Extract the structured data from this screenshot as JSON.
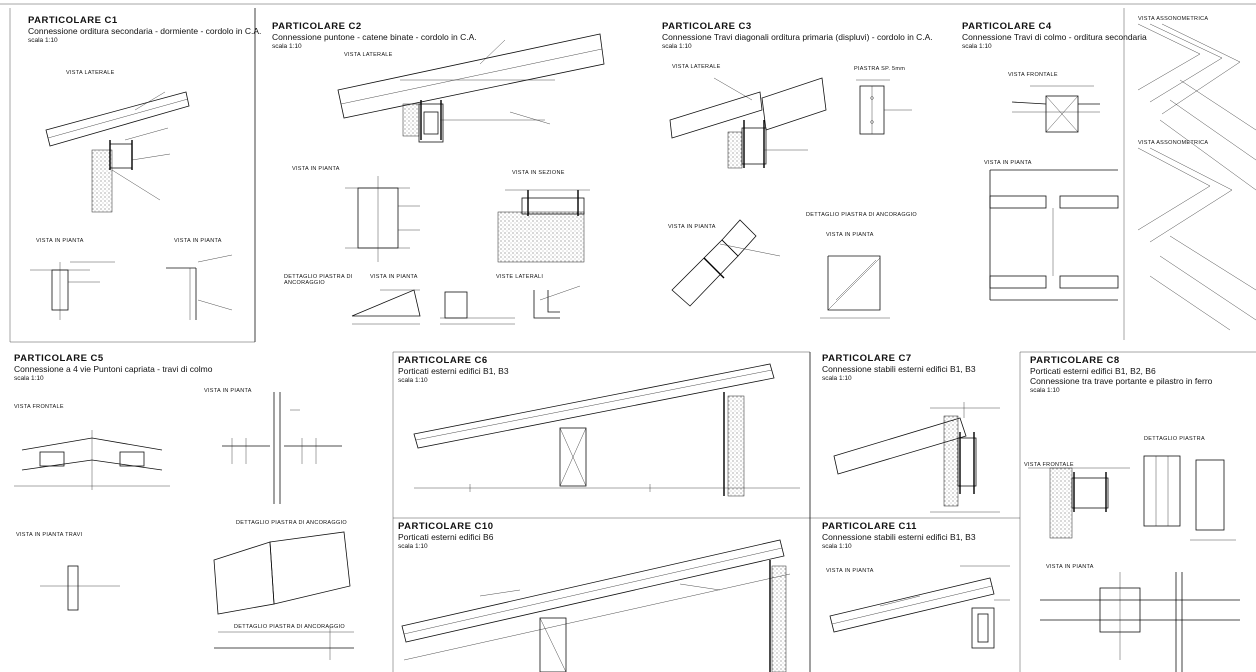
{
  "panels": {
    "c1": {
      "code": "PARTICOLARE C1",
      "desc": "Connessione orditura secondaria - dormiente - cordolo in C.A.",
      "scale": "scala 1:10",
      "views": [
        "VISTA LATERALE",
        "VISTA IN PIANTA",
        "VISTA IN PIANTA"
      ]
    },
    "c2": {
      "code": "PARTICOLARE C2",
      "desc": "Connessione puntone - catene binate - cordolo in C.A.",
      "scale": "scala 1:10",
      "views": [
        "VISTA LATERALE",
        "VISTA IN PIANTA",
        "VISTA IN SEZIONE",
        "DETTAGLIO PIASTRA DI ANCORAGGIO",
        "VISTA IN PIANTA",
        "VISTE LATERALI"
      ]
    },
    "c3": {
      "code": "PARTICOLARE C3",
      "desc": "Connessione Travi diagonali orditura primaria (displuvi) - cordolo in C.A.",
      "scale": "scala 1:10",
      "views": [
        "VISTA LATERALE",
        "PIASTRA SP. 5mm",
        "DETTAGLIO PIASTRA DI ANCORAGGIO",
        "VISTA IN PIANTA",
        "VISTA IN PIANTA"
      ]
    },
    "c4": {
      "code": "PARTICOLARE C4",
      "desc": "Connessione Travi di colmo - orditura secondaria",
      "scale": "scala 1:10",
      "views": [
        "VISTA FRONTALE",
        "VISTA IN PIANTA",
        "VISTA ASSONOMETRICA",
        "VISTA ASSONOMETRICA"
      ]
    },
    "c5": {
      "code": "PARTICOLARE C5",
      "desc": "Connessione a 4 vie Puntoni capriata - travi di colmo",
      "scale": "scala 1:10",
      "views": [
        "VISTA FRONTALE",
        "VISTA IN PIANTA",
        "VISTA IN PIANTA TRAVI",
        "DETTAGLIO PIASTRA DI ANCORAGGIO",
        "DETTAGLIO PIASTRA DI ANCORAGGIO"
      ]
    },
    "c6": {
      "code": "PARTICOLARE C6",
      "desc": "Porticati esterni edifici B1, B3",
      "scale": "scala 1:10",
      "views": []
    },
    "c7": {
      "code": "PARTICOLARE C7",
      "desc": "Connessione stabili esterni edifici B1, B3",
      "scale": "scala 1:10",
      "views": []
    },
    "c8": {
      "code": "PARTICOLARE C8",
      "desc": "Porticati esterni edifici B1, B2, B6",
      "desc2": "Connessione tra trave portante e pilastro in ferro",
      "scale": "scala 1:10",
      "views": [
        "DETTAGLIO PIASTRA",
        "VISTA FRONTALE",
        "VISTA IN PIANTA"
      ]
    },
    "c10": {
      "code": "PARTICOLARE C10",
      "desc": "Porticati esterni edifici B6",
      "scale": "scala 1:10",
      "views": []
    },
    "c11": {
      "code": "PARTICOLARE C11",
      "desc": "Connessione stabili esterni edifici B1, B3",
      "scale": "scala 1:10",
      "views": [
        "VISTA IN PIANTA"
      ]
    }
  }
}
